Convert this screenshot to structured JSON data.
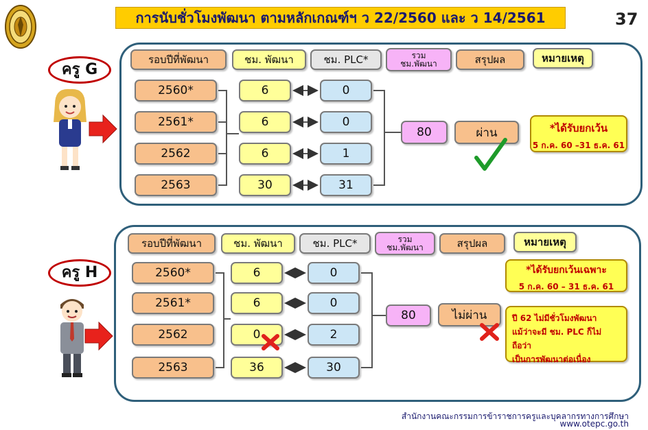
{
  "title": "การนับชั่วโมงพัฒนา ตามหลักเกณฑ์ฯ ว 22/2560 และ ว 14/2561",
  "slide_number": "37",
  "headers": {
    "round": "รอบปีที่พัฒนา",
    "hours_dev": "ชม. พัฒนา",
    "hours_plc": "ชม. PLC*",
    "total_line1": "รวม",
    "total_line2": "ชม.พัฒนา",
    "result": "สรุปผล",
    "remark": "หมายเหตุ"
  },
  "teacher_g": {
    "label": "ครู G",
    "rows": [
      {
        "year": "2560*",
        "dev": "6",
        "plc": "0"
      },
      {
        "year": "2561*",
        "dev": "6",
        "plc": "0"
      },
      {
        "year": "2562",
        "dev": "6",
        "plc": "1"
      },
      {
        "year": "2563",
        "dev": "30",
        "plc": "31"
      }
    ],
    "total": "80",
    "result": "ผ่าน",
    "note_line1": "*ได้รับยกเว้น",
    "note_line2": "5 ก.ค. 60 –31 ธ.ค. 61"
  },
  "teacher_h": {
    "label": "ครู H",
    "rows": [
      {
        "year": "2560*",
        "dev": "6",
        "plc": "0"
      },
      {
        "year": "2561*",
        "dev": "6",
        "plc": "0"
      },
      {
        "year": "2562",
        "dev": "0",
        "plc": "2"
      },
      {
        "year": "2563",
        "dev": "36",
        "plc": "30"
      }
    ],
    "total": "80",
    "result": "ไม่ผ่าน",
    "note_line1": "*ได้รับยกเว้นเฉพาะ",
    "note_line2": "5 ก.ค. 60 – 31 ธ.ค. 61",
    "note2_line1": "ปี 62 ไม่มีชั่วโมงพัฒนา",
    "note2_line2": "แม้ว่าจะมี ชม. PLC ก็ไม่ถือว่า",
    "note2_line3": "เป็นการพัฒนาต่อเนื่อง"
  },
  "footer": {
    "org": "สำนักงานคณะกรรมการข้าราชการครูและบุคลากรทางการศึกษา",
    "url": "www.otepc.go.th"
  },
  "colors": {
    "title_bg": "#ffcc00",
    "panel_border": "#2f5f7a",
    "year_box": "#f8c08c",
    "dev_box": "#ffff99",
    "plc_box": "#cce6f6",
    "total_box": "#f7b3f7",
    "arrow": "#e8221c",
    "check": "#1e9b2a",
    "cross": "#e0221c"
  }
}
